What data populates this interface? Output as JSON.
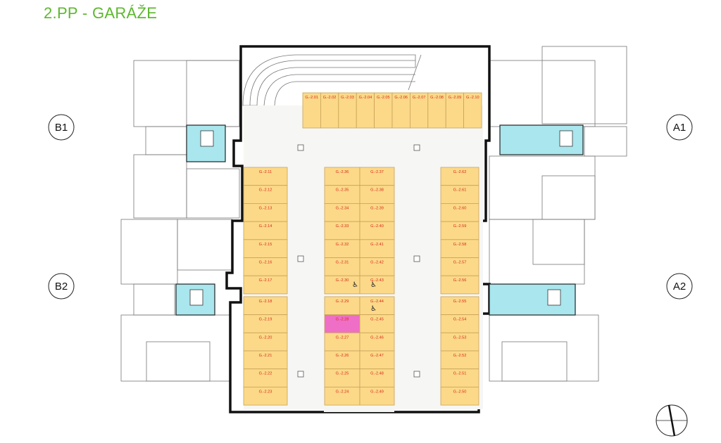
{
  "title": "2.PP - GARÁŽE",
  "cores": [
    {
      "label": "B1"
    },
    {
      "label": "B2"
    },
    {
      "label": "A1"
    },
    {
      "label": "A2"
    }
  ],
  "highlight_color": "#ef6fc6",
  "slot_color": "#fbd988",
  "highlight_slot": "G.-2.28",
  "blocks": {
    "top_row": [
      "G.-2.01",
      "G.-2.02",
      "G.-2.03",
      "G.-2.04",
      "G.-2.05",
      "G.-2.06",
      "G.-2.07",
      "G.-2.08",
      "G.-2.09",
      "G.-2.10"
    ],
    "left_col": [
      "G.-2.11",
      "G.-2.12",
      "G.-2.13",
      "G.-2.14",
      "G.-2.15",
      "G.-2.16",
      "G.-2.17",
      "G.-2.18",
      "G.-2.19",
      "G.-2.20",
      "G.-2.21",
      "G.-2.22",
      "G.-2.23"
    ],
    "mid_left_col": [
      "G.-2.36",
      "G.-2.35",
      "G.-2.34",
      "G.-2.33",
      "G.-2.32",
      "G.-2.31",
      "G.-2.30",
      "G.-2.29",
      "G.-2.28",
      "G.-2.27",
      "G.-2.26",
      "G.-2.25",
      "G.-2.24"
    ],
    "mid_right_col": [
      "G.-2.37",
      "G.-2.38",
      "G.-2.39",
      "G.-2.40",
      "G.-2.41",
      "G.-2.42",
      "G.-2.43",
      "G.-2.44",
      "G.-2.45",
      "G.-2.46",
      "G.-2.47",
      "G.-2.48",
      "G.-2.49"
    ],
    "right_col": [
      "G.-2.62",
      "G.-2.61",
      "G.-2.60",
      "G.-2.59",
      "G.-2.58",
      "G.-2.57",
      "G.-2.56",
      "G.-2.55",
      "G.-2.54",
      "G.-2.53",
      "G.-2.52",
      "G.-2.51",
      "G.-2.50"
    ]
  }
}
